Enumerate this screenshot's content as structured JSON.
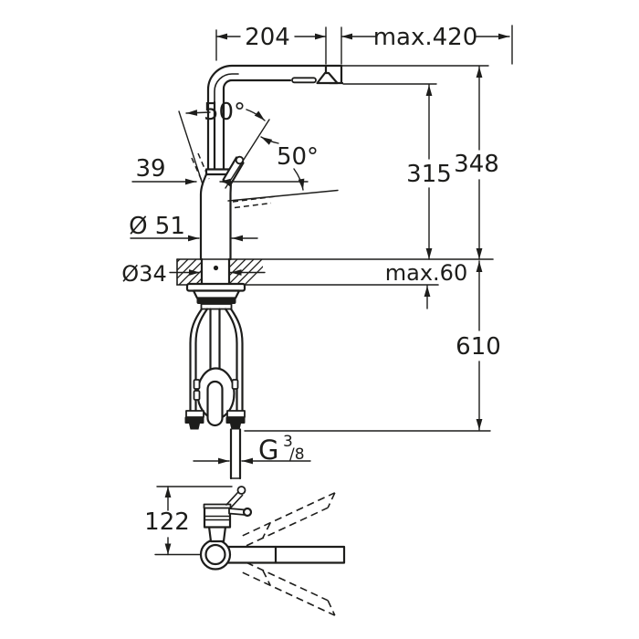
{
  "drawing": {
    "background": "#ffffff",
    "line_color": "#1d1d1b",
    "labels": {
      "spout_reach": "204",
      "pullout_extension": "max.420",
      "swivel_angle": "50°",
      "lever_angle": "50°",
      "lever_offset": "39",
      "outlet_height": "315",
      "overall_height": "348",
      "body_diameter": "Ø 51",
      "hole_diameter": "Ø34",
      "deck_thickness": "max.60",
      "under_counter_depth": "610",
      "thread_main": "G",
      "thread_sup": "3",
      "thread_sub": "/8",
      "folded_height": "122"
    }
  }
}
